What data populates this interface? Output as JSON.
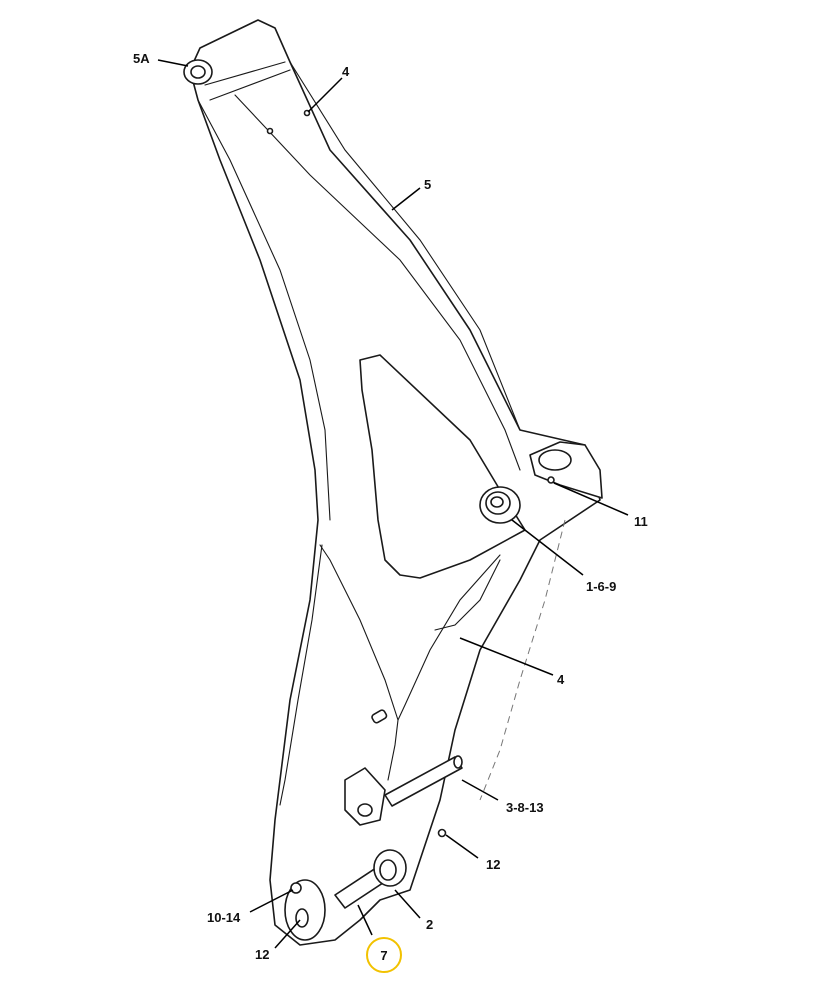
{
  "callouts": {
    "c5a": "5A",
    "c4_top": "4",
    "c5": "5",
    "c11": "11",
    "c1_6_9": "1-6-9",
    "c4_mid": "4",
    "c3_8_13": "3-8-13",
    "c12_right": "12",
    "c2": "2",
    "c10_14": "10-14",
    "c12_left": "12",
    "c7": "7"
  },
  "colors": {
    "line": "#1a1a1a",
    "highlight_ring": "#f2c200",
    "background": "#ffffff"
  }
}
